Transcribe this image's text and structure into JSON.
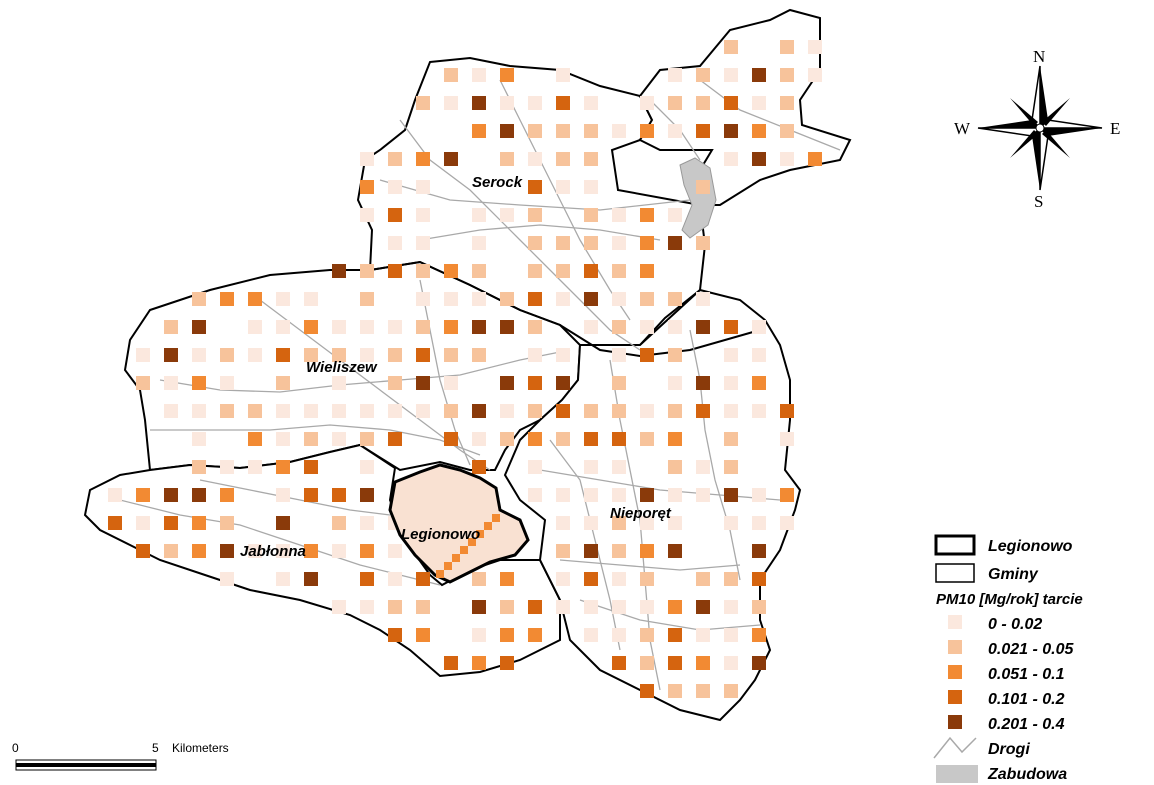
{
  "map": {
    "regions": {
      "serock": "Serock",
      "wieliszew": "Wieliszew",
      "jablonna": "Jabłonna",
      "legionowo": "Legionowo",
      "nieporet": "Nieporęt"
    },
    "compass": {
      "n": "N",
      "s": "S",
      "e": "E",
      "w": "W"
    },
    "scale_bar": {
      "start": "0",
      "end": "5",
      "unit": "Kilometers"
    },
    "colors": {
      "class1": "#fbe8de",
      "class2": "#f7c39b",
      "class3": "#f28a33",
      "class4": "#d5640f",
      "class5": "#8a3a0a",
      "legionowo_fill": "#f9e1d2",
      "roads": "#a9a9a9",
      "built_up": "#c8c8c8"
    }
  },
  "legend": {
    "legionowo": "Legionowo",
    "gminy": "Gminy",
    "title": "PM10 [Mg/rok] tarcie",
    "classes": [
      "0 - 0.02",
      "0.021 - 0.05",
      "0.051 - 0.1",
      "0.101 - 0.2",
      "0.201 - 0.4"
    ],
    "roads": "Drogi",
    "built_up": "Zabudowa"
  }
}
